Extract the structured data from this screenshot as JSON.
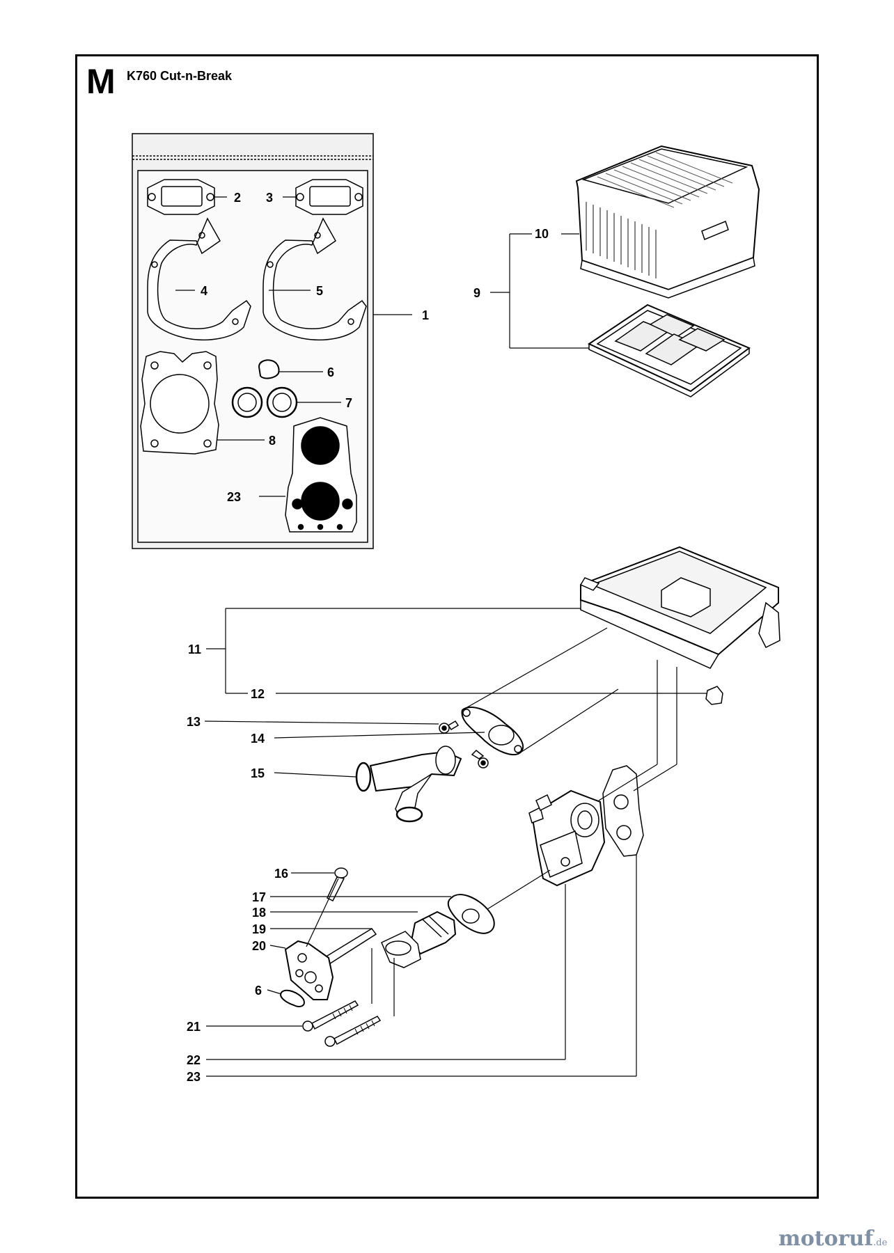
{
  "header": {
    "section_letter": "M",
    "title": "K760 Cut-n-Break"
  },
  "watermark": {
    "brand": "motoruf",
    "suffix": ".de",
    "color": "#7f8fa4"
  },
  "callouts": {
    "c1": "1",
    "c2": "2",
    "c3": "3",
    "c4": "4",
    "c5": "5",
    "c6a": "6",
    "c6b": "6",
    "c7": "7",
    "c8": "8",
    "c9": "9",
    "c10": "10",
    "c11": "11",
    "c12": "12",
    "c13": "13",
    "c14": "14",
    "c15": "15",
    "c16": "16",
    "c17": "17",
    "c18": "18",
    "c19": "19",
    "c20": "20",
    "c21": "21",
    "c22": "22",
    "c23a": "23",
    "c23b": "23"
  }
}
